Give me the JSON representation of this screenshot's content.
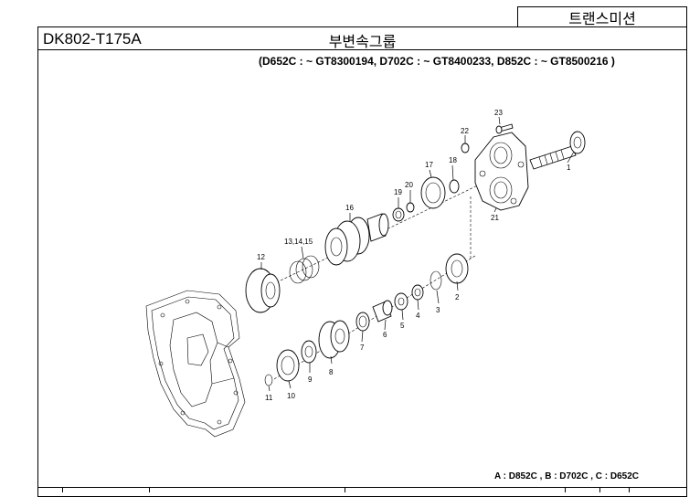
{
  "header": {
    "category": "트랜스미션",
    "code": "DK802-T175A",
    "group_title": "부변속그룹"
  },
  "applicability": "(D652C : ~ GT8300194, D702C : ~ GT8400233, D852C : ~ GT8500216 )",
  "legend": "A : D852C , B : D702C , C : D652C",
  "callouts": {
    "p1": "1",
    "p2": "2",
    "p3": "3",
    "p4": "4",
    "p5": "5",
    "p6": "6",
    "p7": "7",
    "p8": "8",
    "p9": "9",
    "p10": "10",
    "p11": "11",
    "p12": "12",
    "p13": "13,14,15",
    "p16": "16",
    "p17": "17",
    "p18": "18",
    "p19": "19",
    "p20": "20",
    "p21": "21",
    "p22": "22",
    "p23": "23"
  }
}
